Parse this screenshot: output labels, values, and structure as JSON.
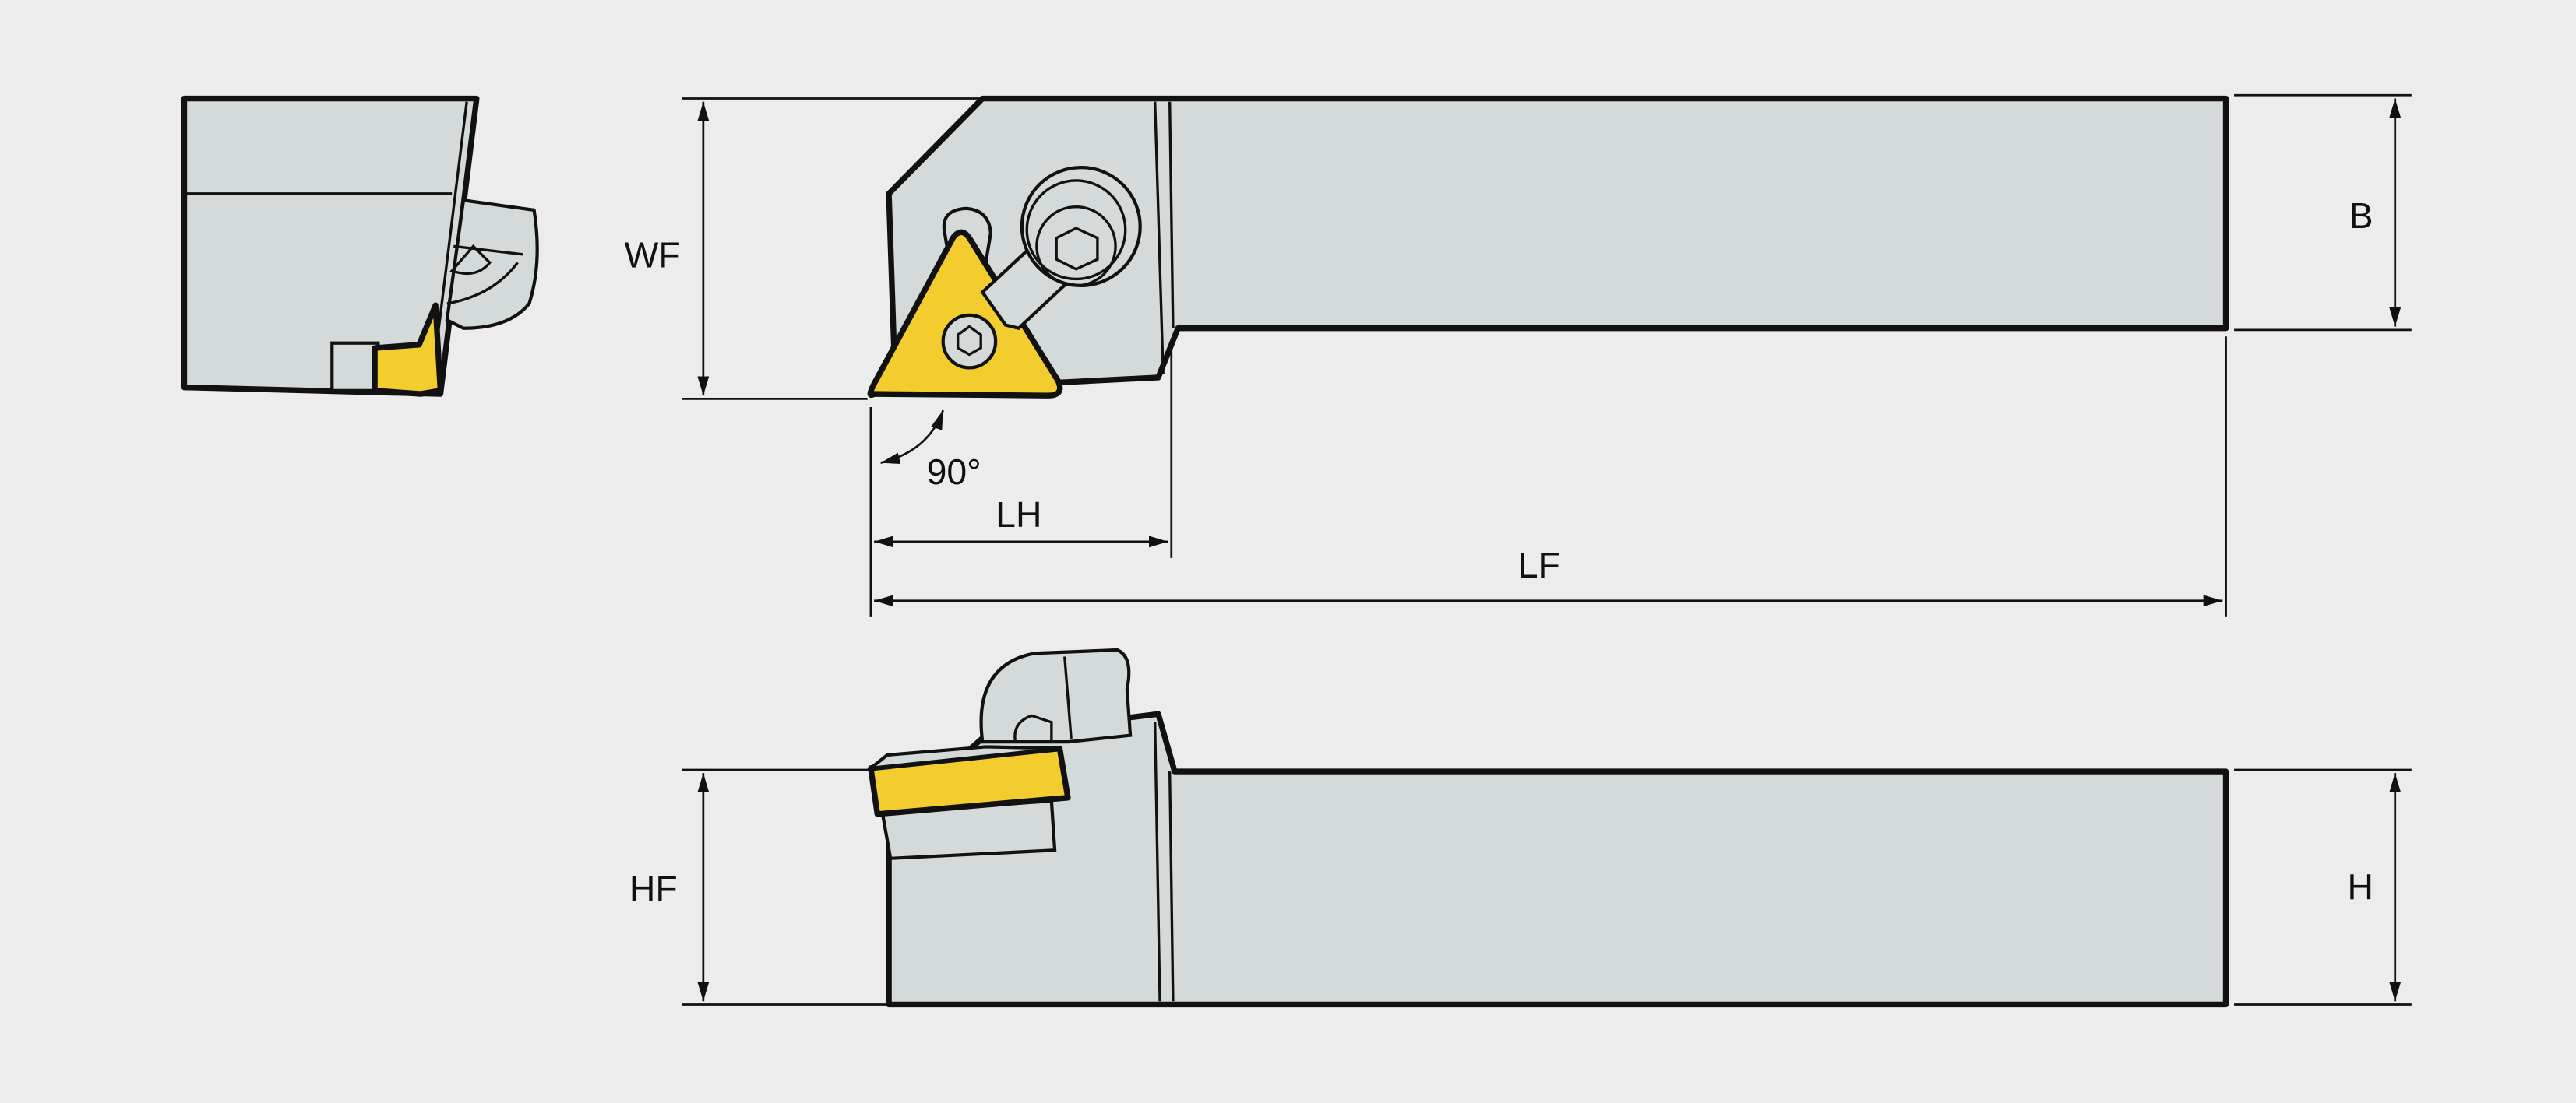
{
  "title": "Turning tool holder dimension drawing",
  "colors": {
    "background": "#ececec",
    "body": "#d3dad9",
    "insert": "#f3cd2e",
    "line": "#111111"
  },
  "dimensions": {
    "wf": "WF",
    "b": "B",
    "angle": "90°",
    "lh": "LH",
    "lf": "LF",
    "hf": "HF",
    "h": "H"
  }
}
